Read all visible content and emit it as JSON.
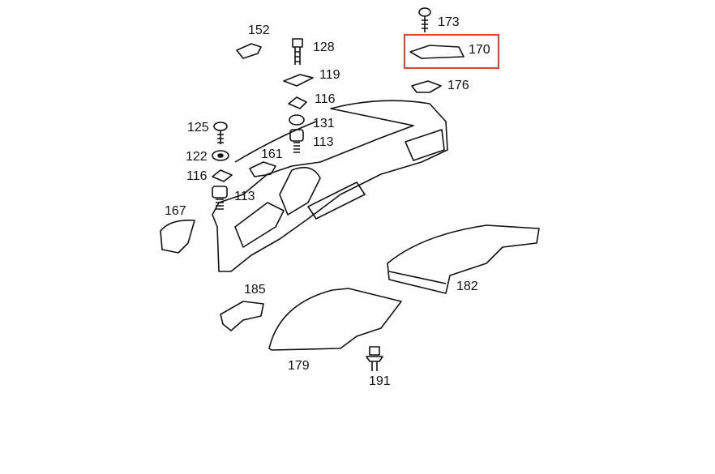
{
  "highlight_color": "#e8412c",
  "parts": [
    {
      "id": "p152",
      "label": "152"
    },
    {
      "id": "p128",
      "label": "128"
    },
    {
      "id": "p119",
      "label": "119"
    },
    {
      "id": "p116a",
      "label": "116"
    },
    {
      "id": "p131",
      "label": "131"
    },
    {
      "id": "p113a",
      "label": "113"
    },
    {
      "id": "p125",
      "label": "125"
    },
    {
      "id": "p122",
      "label": "122"
    },
    {
      "id": "p116b",
      "label": "116"
    },
    {
      "id": "p161",
      "label": "161"
    },
    {
      "id": "p113b",
      "label": "113"
    },
    {
      "id": "p167",
      "label": "167"
    },
    {
      "id": "p173",
      "label": "173"
    },
    {
      "id": "p170",
      "label": "170"
    },
    {
      "id": "p176",
      "label": "176"
    },
    {
      "id": "p182",
      "label": "182"
    },
    {
      "id": "p185",
      "label": "185"
    },
    {
      "id": "p179",
      "label": "179"
    },
    {
      "id": "p191",
      "label": "191"
    }
  ]
}
